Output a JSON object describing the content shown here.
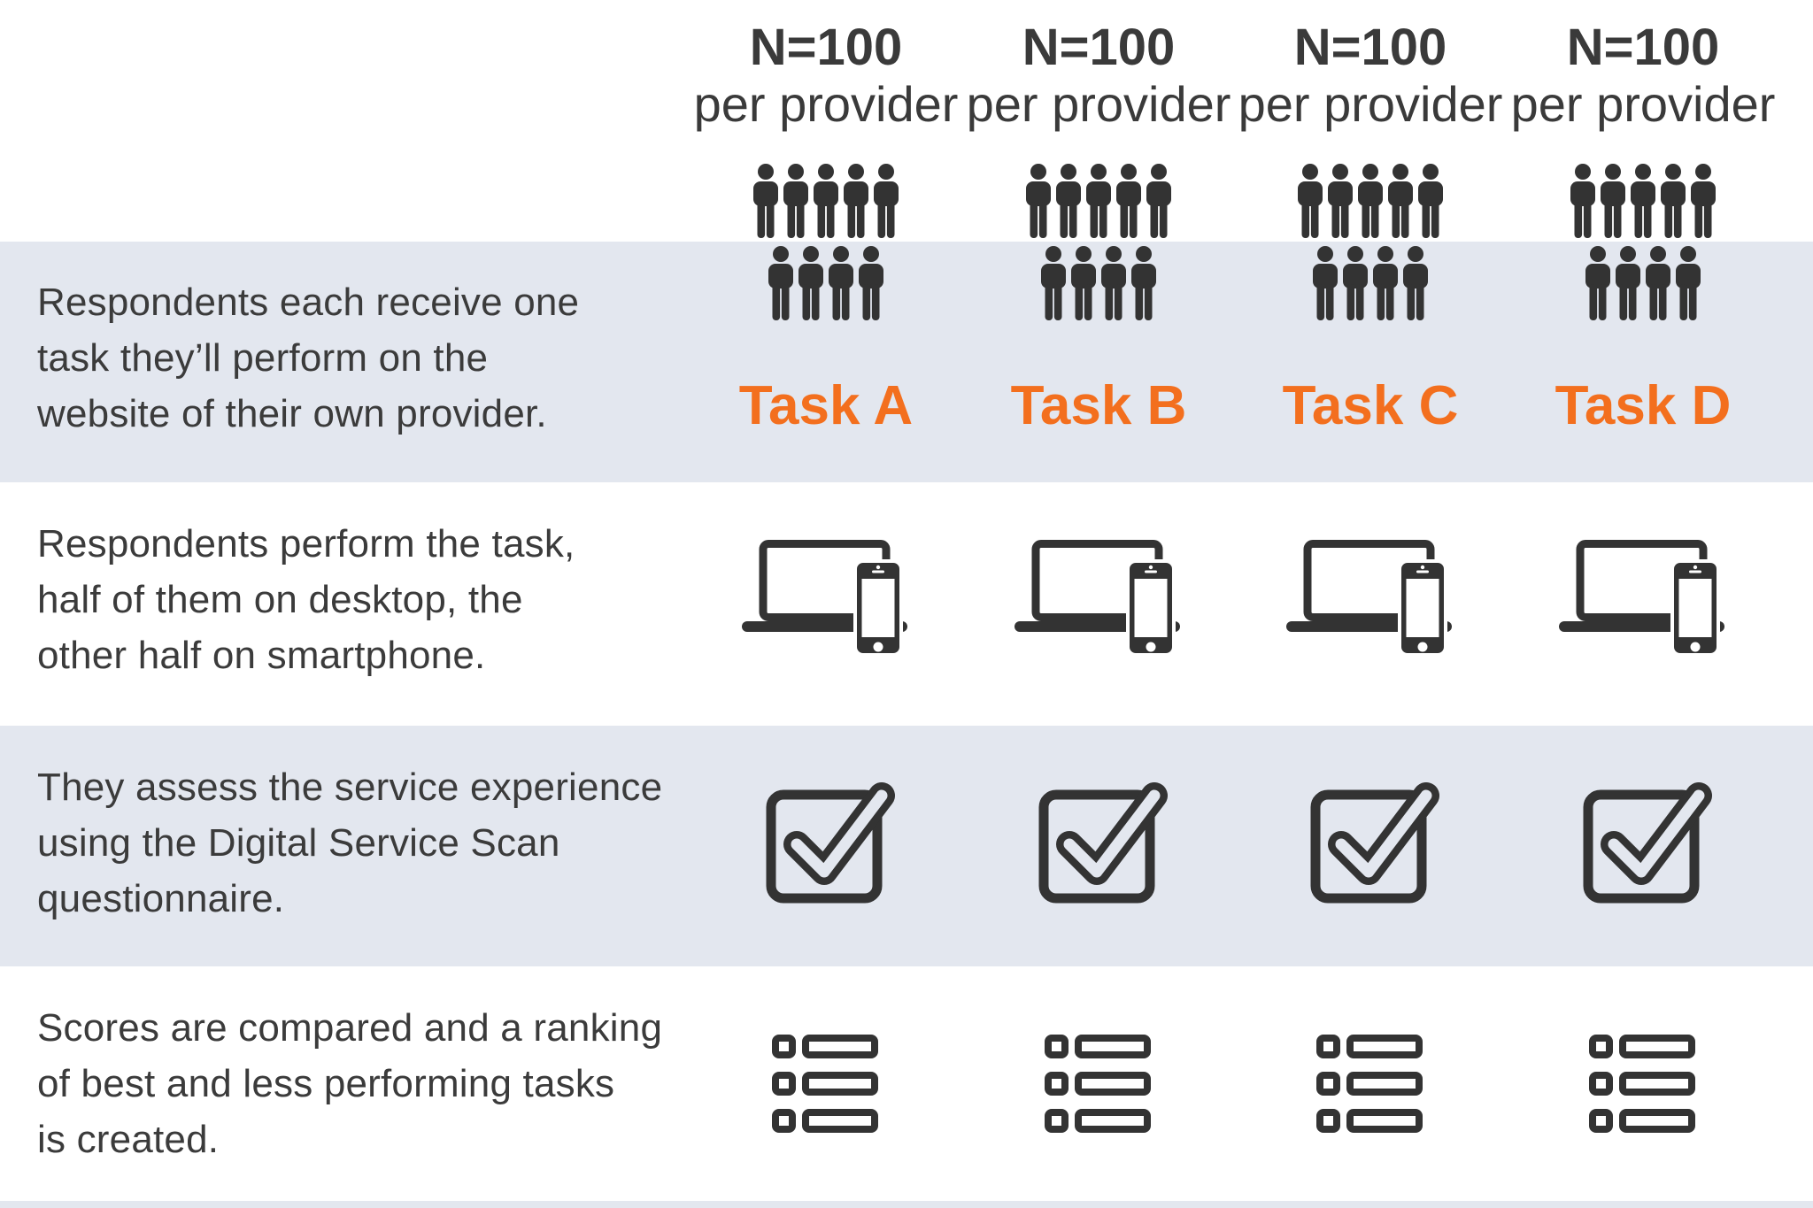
{
  "steps": [
    {
      "text": "Respondents each receive one\ntask they’ll perform on the\nwebsite of their own provider."
    },
    {
      "text": "Respondents perform the task,\nhalf of them on desktop, the\nother half on smartphone."
    },
    {
      "text": "They assess the service experience\nusing the Digital Service Scan\nquestionnaire."
    },
    {
      "text": "Scores are compared and a ranking\nof best and less performing tasks\nis created."
    }
  ],
  "columns": [
    {
      "n_label": "N=100",
      "sub_label": "per provider",
      "task_label": "Task A"
    },
    {
      "n_label": "N=100",
      "sub_label": "per provider",
      "task_label": "Task B"
    },
    {
      "n_label": "N=100",
      "sub_label": "per provider",
      "task_label": "Task C"
    },
    {
      "n_label": "N=100",
      "sub_label": "per provider",
      "task_label": "Task D"
    }
  ],
  "people_rows": [
    5,
    4
  ],
  "icons": {
    "respondents": "people-group-icon",
    "devices": "laptop-and-smartphone-icon",
    "assessment": "checked-checkbox-icon",
    "ranking": "list-ranking-icon"
  },
  "colors": {
    "accent_orange": "#f36f1e",
    "band_blue": "#e3e7ef",
    "icon_dark": "#333333",
    "text_dark": "#3b3b3b"
  }
}
